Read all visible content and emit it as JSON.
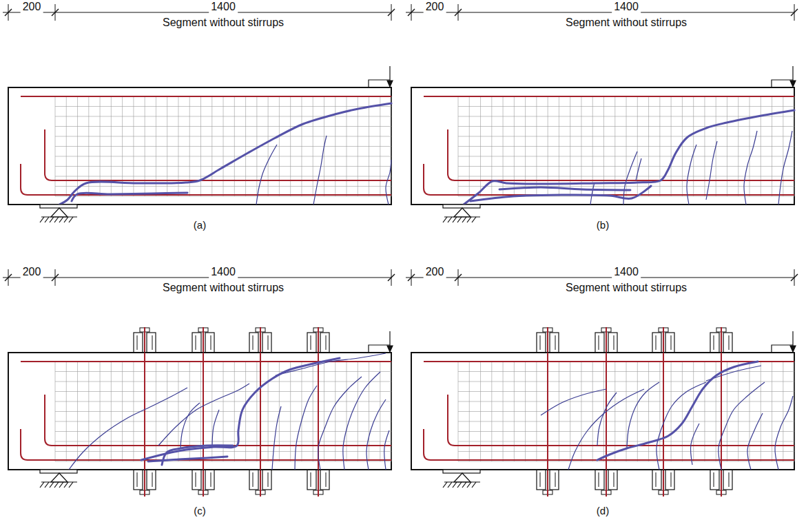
{
  "diagram": {
    "labels": [
      "200",
      "1400",
      "Segment without stirrups",
      "(a)",
      "200",
      "1400",
      "Segment without stirrups",
      "(b)",
      "200",
      "1400",
      "Segment without stirrups",
      "(c)",
      "200",
      "1400",
      "Segment without stirrups",
      "(d)"
    ]
  }
}
